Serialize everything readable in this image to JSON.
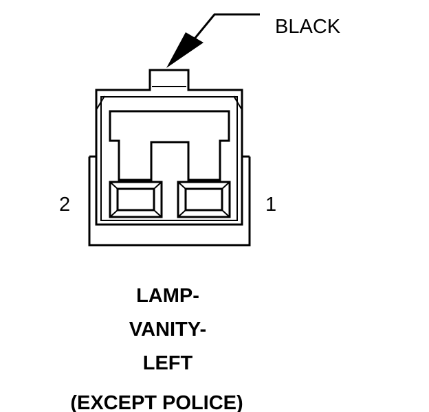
{
  "callout": {
    "wire_color": "BLACK"
  },
  "pins": {
    "left": "2",
    "right": "1"
  },
  "caption": {
    "line1": "LAMP-",
    "line2": "VANITY-",
    "line3": "LEFT",
    "line4": "(EXCEPT POLICE)"
  },
  "colors": {
    "ink": "#000000",
    "background": "#ffffff"
  }
}
